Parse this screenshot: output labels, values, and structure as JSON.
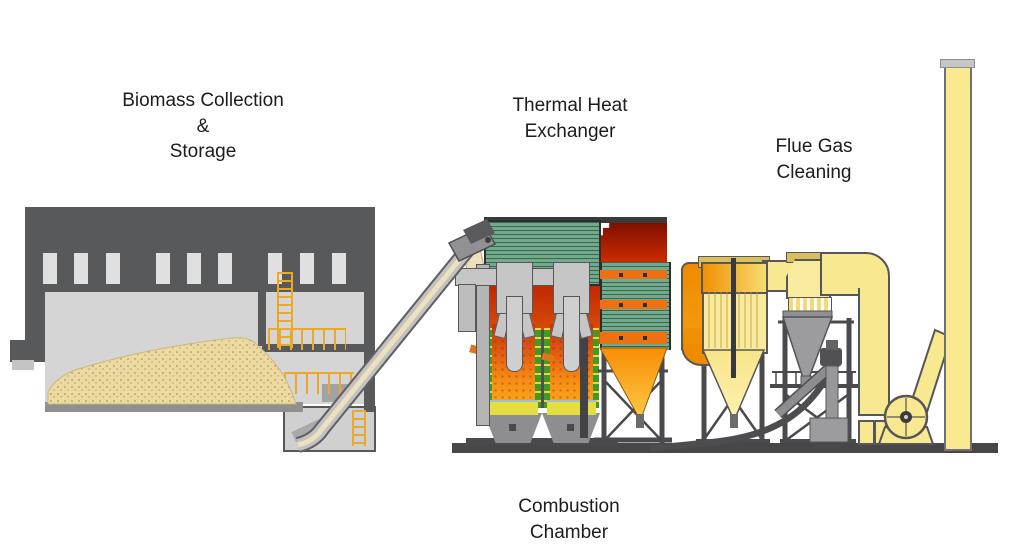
{
  "stages": [
    {
      "label": "Biomass Collection\n&\nStorage"
    },
    {
      "label": "Thermal Heat\nExchanger"
    },
    {
      "label": "Flue Gas\nCleaning"
    },
    {
      "label": "Combustion\nChamber"
    }
  ],
  "colors": {
    "building_dark": "#58595b",
    "building_interior": "#d5d5d5",
    "window": "#e0e0e0",
    "biomass_sand": "#eddaa0",
    "accent_yellow": "#eaa92b",
    "conveyor_cream": "#ece0bd",
    "hx_green": "#73aa8d",
    "flame_red_dark": "#7a0e00",
    "flame_red": "#d02c00",
    "flame_orange": "#f6921e",
    "furnace_green": "#3f9b22",
    "orange_duct": "#f09104",
    "pale_yellow": "#f8e88f",
    "steel_dark": "#4a4a4c",
    "steel_mid": "#9a9a9b",
    "steel_light": "#c6c6c7",
    "ground": "#474749",
    "chimney_yellow": "#f9e98f"
  }
}
